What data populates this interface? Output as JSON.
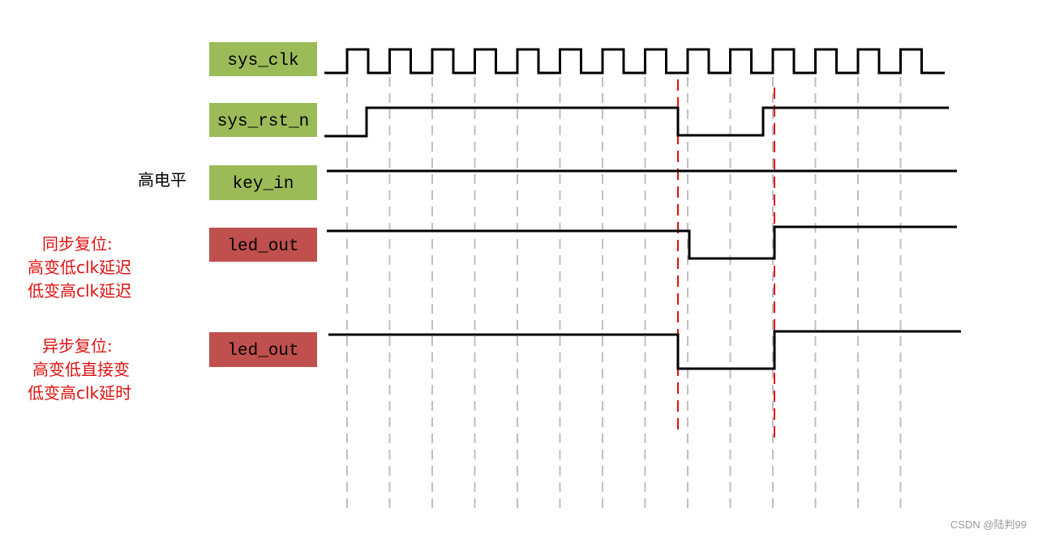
{
  "colors": {
    "input_box": "#9bbb59",
    "output_box": "#c0504d",
    "wave": "#000000",
    "grid": "#bfbfbf",
    "marker": "#e01010",
    "note_text": "#e01010",
    "label_text": "#000000"
  },
  "signals": [
    {
      "id": "sys_clk",
      "label": "sys_clk",
      "kind": "input",
      "wave": "clock"
    },
    {
      "id": "sys_rst_n",
      "label": "sys_rst_n",
      "kind": "input",
      "wave": "reset"
    },
    {
      "id": "key_in",
      "label": "key_in",
      "kind": "input",
      "wave": "high",
      "side_note": "高电平"
    },
    {
      "id": "led_out_sync",
      "label": "led_out",
      "kind": "output",
      "wave": "sync",
      "notes": [
        "同步复位:",
        "高变低clk延迟",
        "低变高clk延迟"
      ]
    },
    {
      "id": "led_out_async",
      "label": "led_out",
      "kind": "output",
      "wave": "async",
      "notes": [
        "异步复位:",
        "高变低直接变",
        "低变高clk延时"
      ]
    }
  ],
  "watermark": "CSDN @陆判99"
}
